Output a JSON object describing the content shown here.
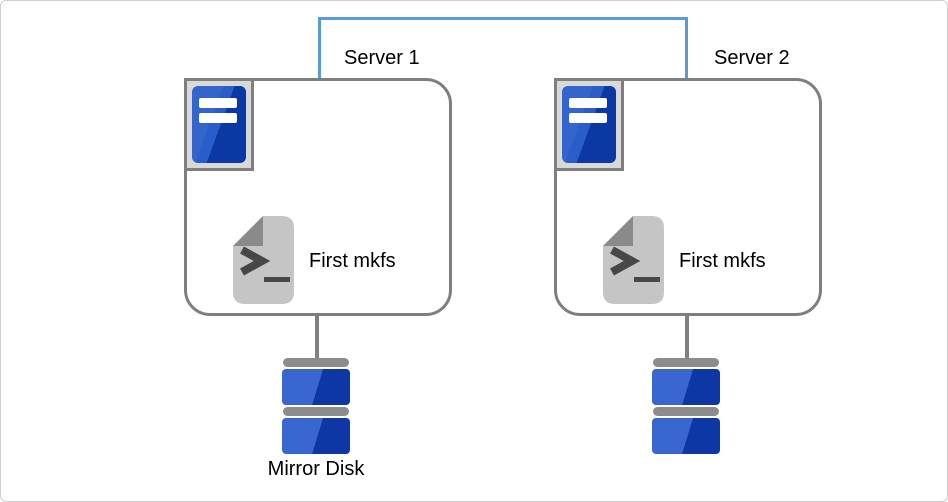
{
  "diagram": {
    "servers": [
      {
        "label": "Server 1",
        "command_label": "First mkfs",
        "disk_label": "Mirror Disk"
      },
      {
        "label": "Server 2",
        "command_label": "First mkfs",
        "disk_label": ""
      }
    ],
    "icons": {
      "server": "server-tower-icon",
      "command": "terminal-script-icon",
      "disk": "disk-stack-icon",
      "link": "interconnect-link"
    },
    "colors": {
      "interconnect_blue": "#5b9bd5",
      "outline_gray": "#7f7f7f",
      "icon_frame_fill": "#d9d9d9",
      "server_blue_light": "#3465cd",
      "server_blue_dark": "#0b38a3",
      "disk_blue_light": "#3a66cf",
      "disk_blue_dark": "#0c37a5",
      "document_gray": "#c5c5c5",
      "fold_gray": "#8a8a8a",
      "glyph_gray": "#474747",
      "platter_cap_gray": "#8c8c8c",
      "connector_gray": "#808080",
      "canvas_border": "#cfcfcf"
    }
  }
}
